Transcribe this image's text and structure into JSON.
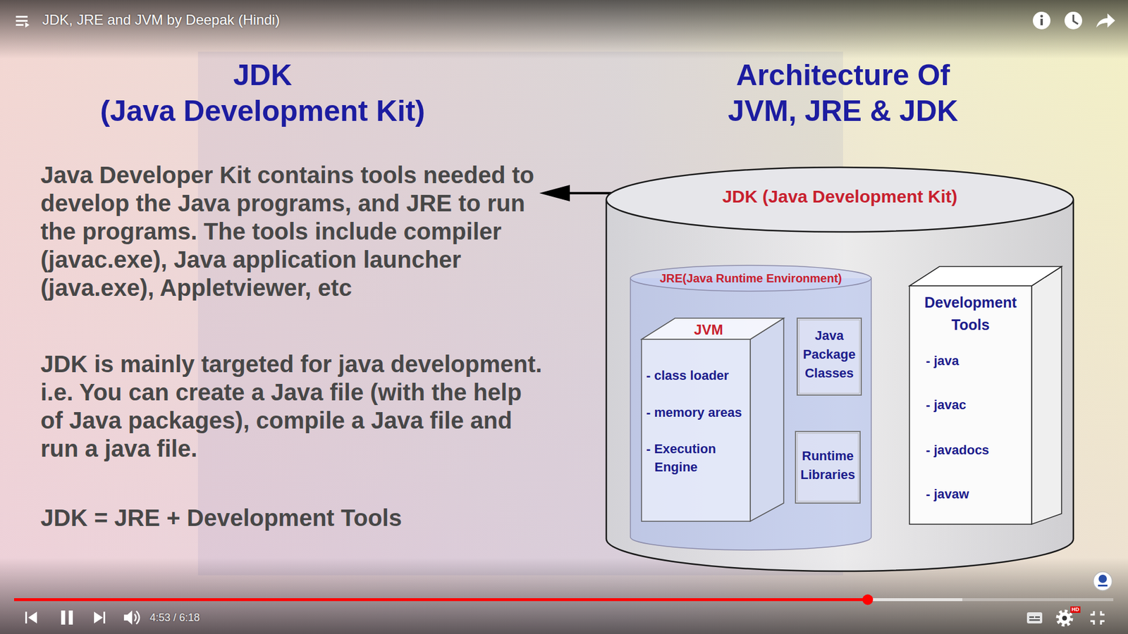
{
  "diagram": {
    "title": "Architecture Of JVM, JRE & JDK",
    "nodes": [
      {
        "text": [
          "JDK (Java Development Kit)"
        ]
      },
      {
        "text": [
          "JRE(Java Runtime Environment)"
        ],
        "in": 0
      },
      {
        "text": [
          "JVM",
          "- class loader",
          "- memory areas",
          "- Execution Engine"
        ],
        "in": 1
      },
      {
        "text": [
          "Java Package Classes"
        ],
        "in": 1
      },
      {
        "text": [
          "Runtime Libraries"
        ],
        "in": 1
      },
      {
        "text": [
          "Development Tools",
          "- java",
          "- javac",
          "- javadocs",
          "- javaw"
        ],
        "in": 0
      }
    ],
    "labels": [
      "JDK, JRE and JVM by Deepak (Hindi)",
      "JDK (Java Development Kit)",
      "Java Developer Kit contains tools needed to develop the Java programs, and JRE to run the programs. The tools include compiler (javac.exe), Java application launcher (java.exe), Appletviewer, etc",
      "JDK is mainly targeted for java development. i.e. You can create a Java file (with the help of Java packages), compile a Java file and run a java file.",
      "JDK = JRE + Development Tools",
      "4:53 / 6:18",
      "HD"
    ]
  }
}
